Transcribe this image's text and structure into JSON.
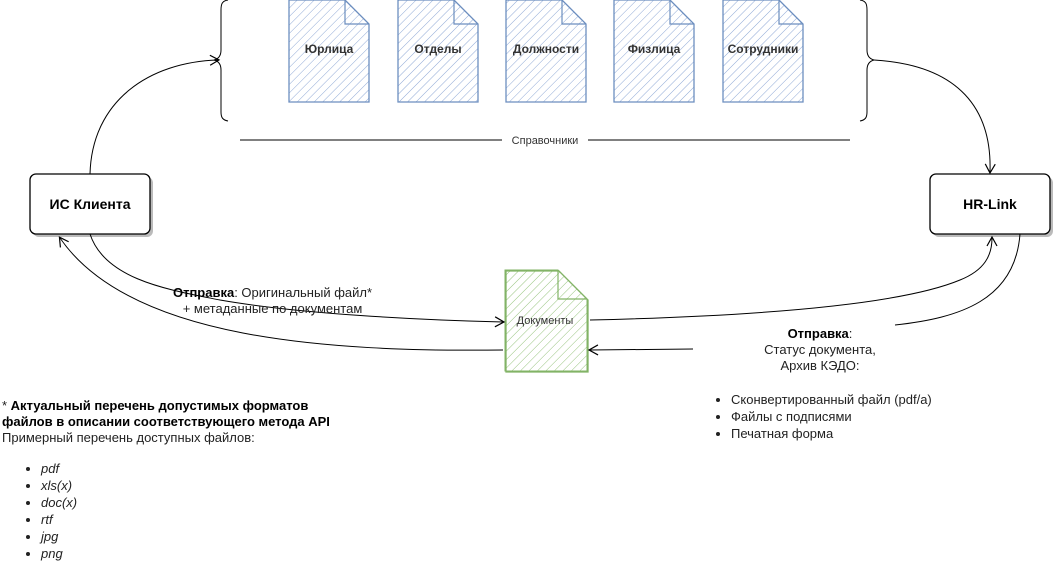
{
  "nodes": {
    "client": "ИС Клиента",
    "hrlink": "HR-Link",
    "documents": "Документы"
  },
  "references": {
    "label": "Справочники",
    "items": [
      "Юрлица",
      "Отделы",
      "Должности",
      "Физлица",
      "Сотрудники"
    ]
  },
  "send_left": {
    "title": "Отправка",
    "line1": ": Оригинальный файл*",
    "line2": "+ метаданные по документам"
  },
  "send_right": {
    "title": "Отправка",
    "title_suffix": ":",
    "line1": "Статус документа,",
    "line2": "Архив КЭДО:",
    "items": [
      "Сконвертированный файл (pdf/a)",
      "Файлы с подписями",
      "Печатная форма"
    ]
  },
  "footnote": {
    "star": "* ",
    "bold_line1": "Актуальный перечень допустимых форматов",
    "bold_line2": "файлов в описании соответствующего метода API",
    "subtitle": "Примерный перечень доступных файлов:",
    "formats": [
      "pdf",
      "xls(x)",
      "doc(x)",
      "rtf",
      "jpg",
      "png"
    ]
  },
  "colors": {
    "ref_stroke": "#6c8ebf",
    "ref_fill": "#dae8fc",
    "doc_stroke": "#82b366",
    "doc_fill": "#d5e8d4"
  }
}
